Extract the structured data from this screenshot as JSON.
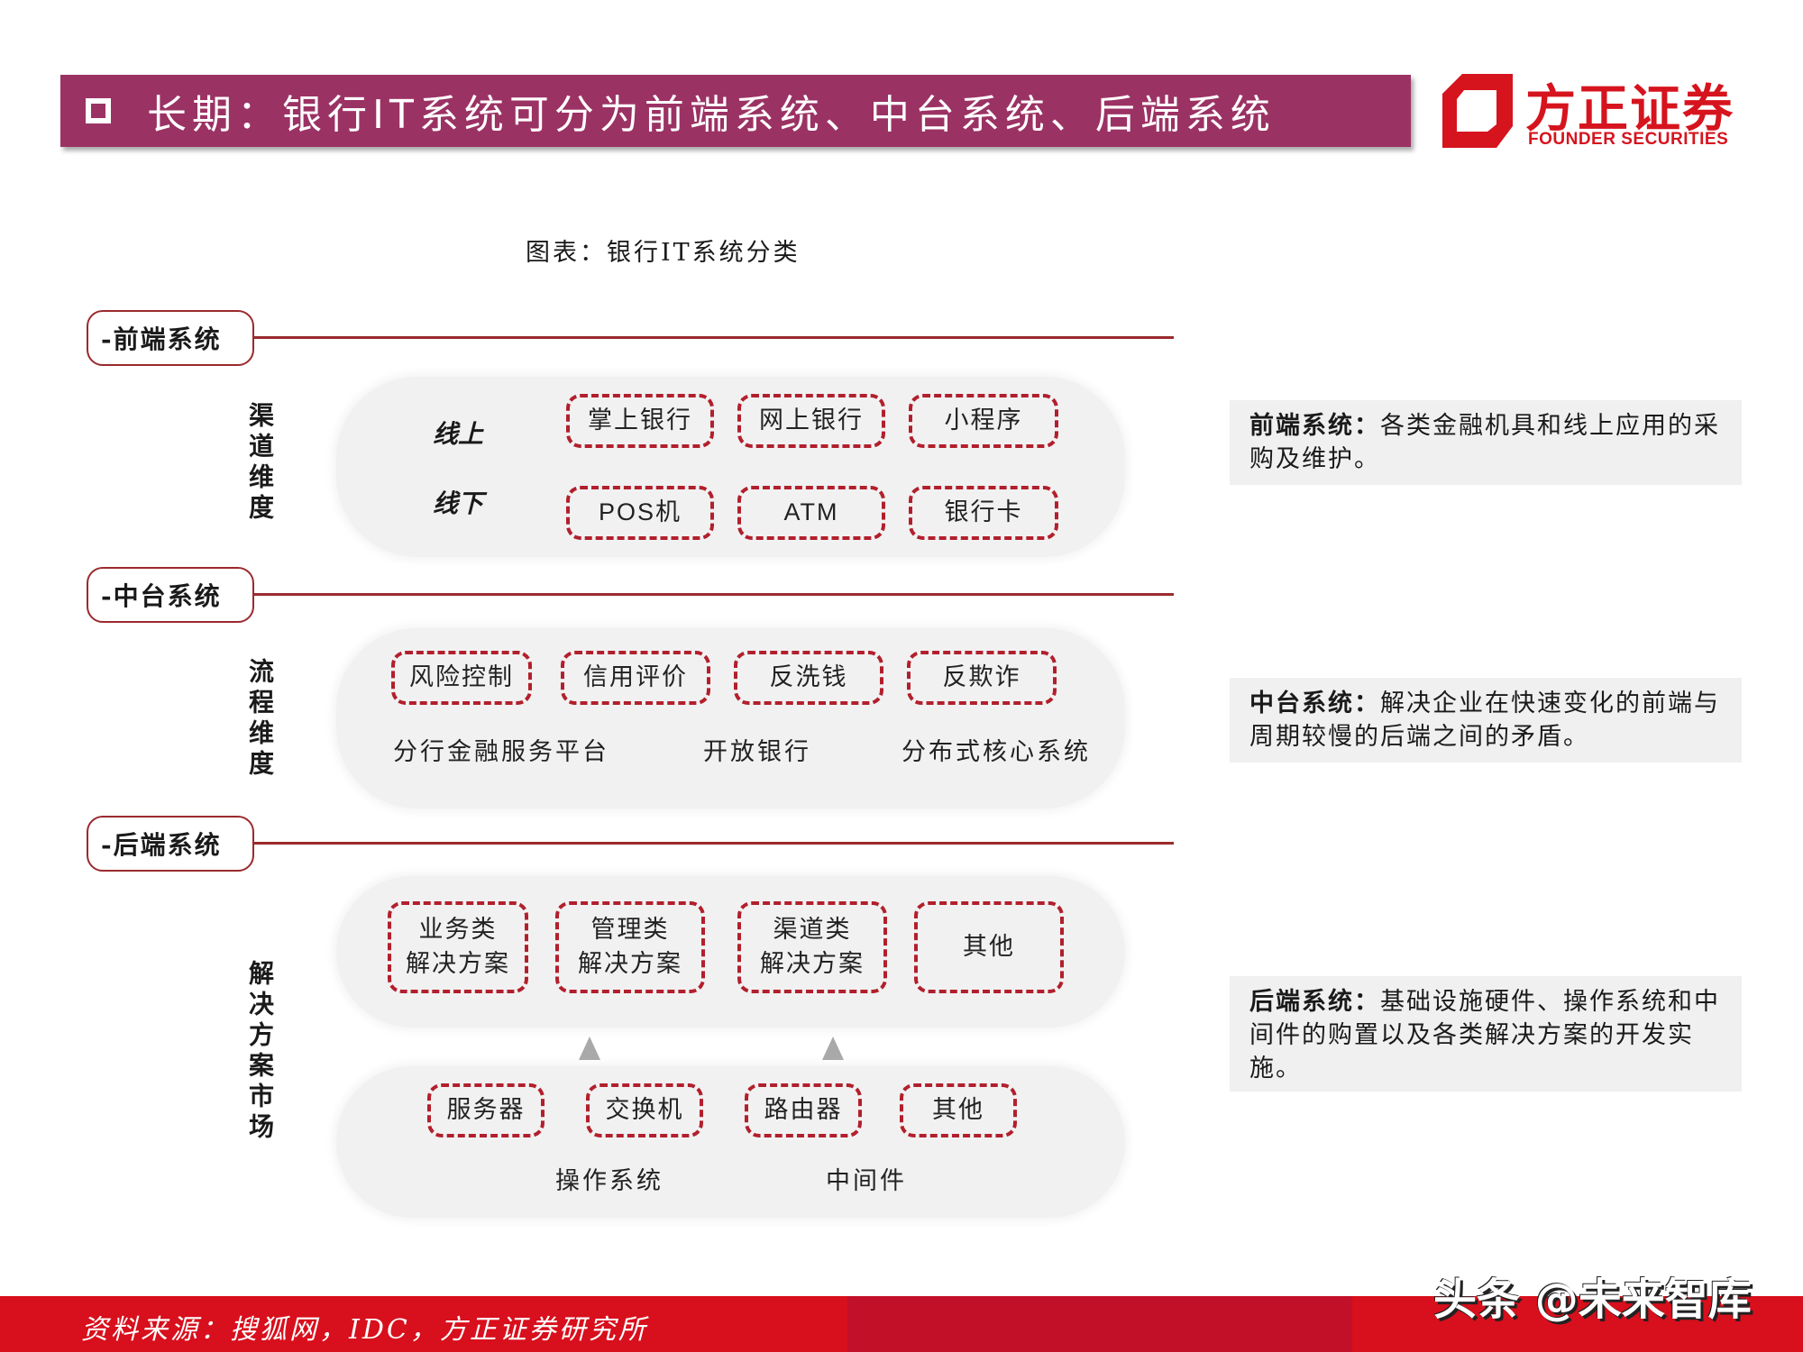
{
  "header": {
    "title": "长期：银行IT系统可分为前端系统、中台系统、后端系统",
    "bullet_icon": "square-outline-icon",
    "colors": {
      "title_bar": "#9b3264",
      "accent_red": "#b21f2c"
    }
  },
  "logo": {
    "cn": "方正证券",
    "en": "FOUNDER SECURITIES",
    "color": "#d6141e"
  },
  "figure": {
    "caption": "图表：银行IT系统分类"
  },
  "sections": {
    "front": {
      "label": "-前端系统",
      "dimension": "渠道维度",
      "rows": [
        {
          "label": "线上",
          "items": [
            "掌上银行",
            "网上银行",
            "小程序"
          ]
        },
        {
          "label": "线下",
          "items": [
            "POS机",
            "ATM",
            "银行卡"
          ]
        }
      ]
    },
    "middle": {
      "label": "-中台系统",
      "dimension": "流程维度",
      "items": [
        "风险控制",
        "信用评价",
        "反洗钱",
        "反欺诈"
      ],
      "platforms": [
        "分行金融服务平台",
        "开放银行",
        "分布式核心系统"
      ]
    },
    "back": {
      "label": "-后端系统",
      "dimension": "解决方案市场",
      "solutions": [
        {
          "line1": "业务类",
          "line2": "解决方案"
        },
        {
          "line1": "管理类",
          "line2": "解决方案"
        },
        {
          "line1": "渠道类",
          "line2": "解决方案"
        },
        {
          "line1": "其他",
          "line2": ""
        }
      ],
      "infrastructure": [
        "服务器",
        "交换机",
        "路由器",
        "其他"
      ],
      "software": [
        "操作系统",
        "中间件"
      ]
    }
  },
  "descriptions": {
    "front": {
      "term": "前端系统：",
      "text": "各类金融机具和线上应用的采购及维护。"
    },
    "middle": {
      "term": "中台系统：",
      "text": "解决企业在快速变化的前端与周期较慢的后端之间的矛盾。"
    },
    "back": {
      "term": "后端系统：",
      "text": "基础设施硬件、操作系统和中间件的购置以及各类解决方案的开发实施。"
    }
  },
  "footer": {
    "source": "资料来源：搜狐网，IDC，方正证券研究所",
    "watermark": "头条 @未来智库",
    "color": "#d80f1c"
  }
}
